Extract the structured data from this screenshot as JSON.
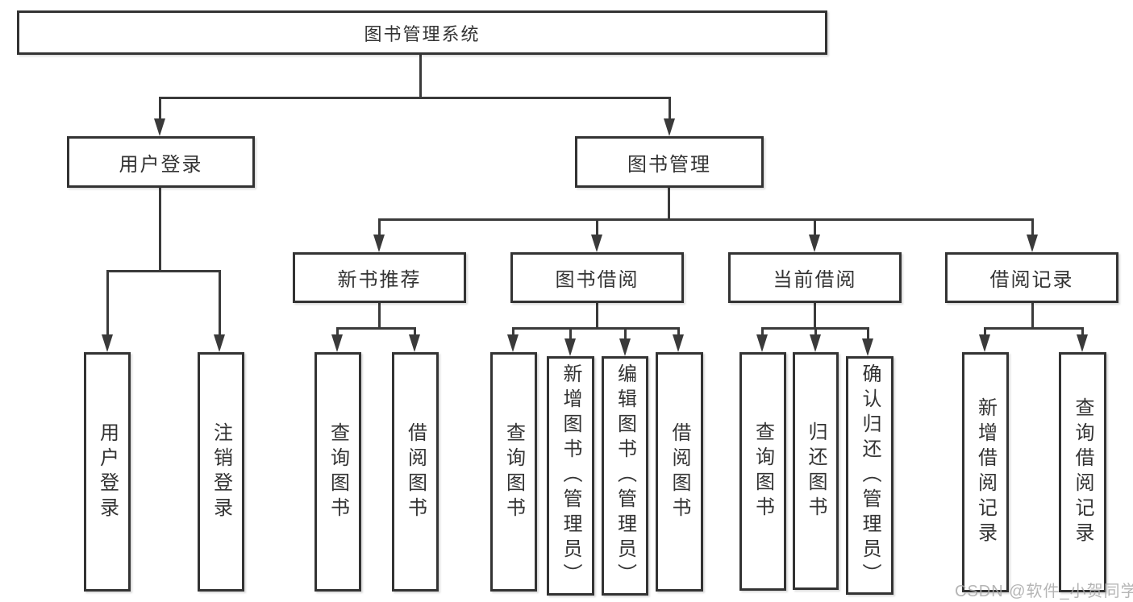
{
  "colors": {
    "line": "#3a3a3a",
    "box-border": "#333333",
    "text": "#333333",
    "background": "#ffffff",
    "watermark": "#a9a9a9"
  },
  "diagram": {
    "type": "hierarchy-tree",
    "root": {
      "label": "图书管理系统"
    },
    "level2": [
      {
        "label": "用户登录"
      },
      {
        "label": "图书管理"
      }
    ],
    "level3": [
      {
        "label": "新书推荐",
        "parent": "图书管理"
      },
      {
        "label": "图书借阅",
        "parent": "图书管理"
      },
      {
        "label": "当前借阅",
        "parent": "图书管理"
      },
      {
        "label": "借阅记录",
        "parent": "图书管理"
      }
    ],
    "leaves": [
      {
        "label": "用户登录",
        "parent": "用户登录"
      },
      {
        "label": "注销登录",
        "parent": "用户登录"
      },
      {
        "label": "查询图书",
        "parent": "新书推荐"
      },
      {
        "label": "借阅图书",
        "parent": "新书推荐"
      },
      {
        "label": "查询图书",
        "parent": "图书借阅"
      },
      {
        "label": "新增图书（管理员）",
        "parent": "图书借阅"
      },
      {
        "label": "编辑图书（管理员）",
        "parent": "图书借阅"
      },
      {
        "label": "借阅图书",
        "parent": "图书借阅"
      },
      {
        "label": "查询图书",
        "parent": "当前借阅"
      },
      {
        "label": "归还图书",
        "parent": "当前借阅"
      },
      {
        "label": "确认归还（管理员）",
        "parent": "当前借阅"
      },
      {
        "label": "新增借阅记录",
        "parent": "借阅记录"
      },
      {
        "label": "查询借阅记录",
        "parent": "借阅记录"
      }
    ]
  },
  "watermark": {
    "text": "CSDN @软件_小贺同学"
  }
}
